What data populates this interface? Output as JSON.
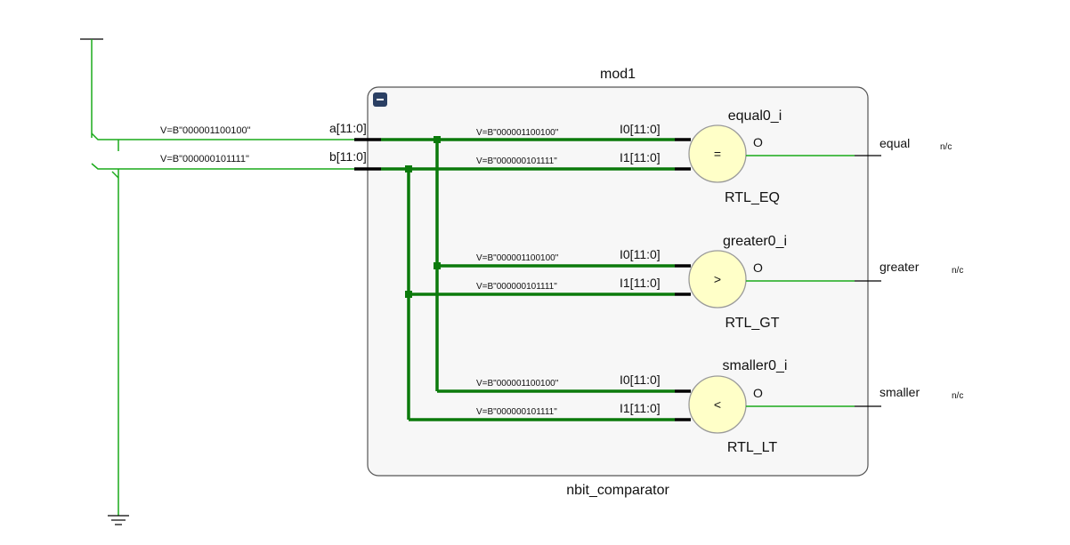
{
  "colors": {
    "wire": "#1aaa1a",
    "bus": "#0b7a0b",
    "port_stub": "#000000",
    "module_fill": "#f7f7f7",
    "module_border": "#555555",
    "collapse_button": "#2a3f63",
    "gate_fill": "#ffffc8",
    "gate_border": "#9a9a9a"
  },
  "module": {
    "instance_name": "mod1",
    "type_name": "nbit_comparator",
    "collapse_icon": "minus-icon",
    "ports": [
      {
        "name": "a[11:0]",
        "value": "V=B\"000001100100\""
      },
      {
        "name": "b[11:0]",
        "value": "V=B\"000000101111\""
      }
    ]
  },
  "gates": [
    {
      "instance": "equal0_i",
      "type": "RTL_EQ",
      "symbol": "=",
      "inputs": [
        {
          "pin": "I0[11:0]",
          "value": "V=B\"000001100100\""
        },
        {
          "pin": "I1[11:0]",
          "value": "V=B\"000000101111\""
        }
      ],
      "output_pin": "O",
      "output_net": "equal",
      "output_status": "n/c"
    },
    {
      "instance": "greater0_i",
      "type": "RTL_GT",
      "symbol": ">",
      "inputs": [
        {
          "pin": "I0[11:0]",
          "value": "V=B\"000001100100\""
        },
        {
          "pin": "I1[11:0]",
          "value": "V=B\"000000101111\""
        }
      ],
      "output_pin": "O",
      "output_net": "greater",
      "output_status": "n/c"
    },
    {
      "instance": "smaller0_i",
      "type": "RTL_LT",
      "symbol": "<",
      "inputs": [
        {
          "pin": "I0[11:0]",
          "value": "V=B\"000001100100\""
        },
        {
          "pin": "I1[11:0]",
          "value": "V=B\"000000101111\""
        }
      ],
      "output_pin": "O",
      "output_net": "smaller",
      "output_status": "n/c"
    }
  ],
  "symbols": {
    "power": "vcc-icon",
    "ground": "ground-icon"
  }
}
